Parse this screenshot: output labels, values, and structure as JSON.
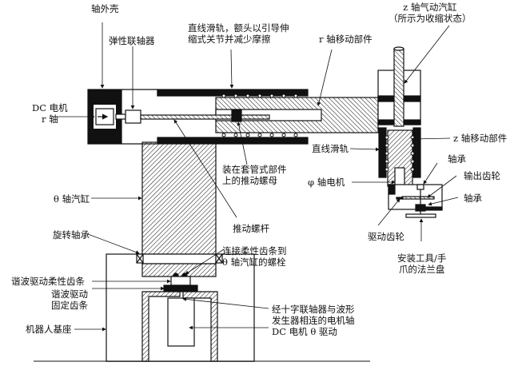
{
  "labels": {
    "shaft_housing": "轴外壳",
    "elastic_coupling": "弹性联轴器",
    "linear_rail_top_1": "直线滑轨，额头以引导伸",
    "linear_rail_top_2": "缩式关节并减少摩擦",
    "r_moving_part": "r 轴移动部件",
    "z_cylinder_1": "z 轴气动汽缸",
    "z_cylinder_2": "（所示为收缩状态）",
    "dc_motor_r_1": "DC 电机",
    "dc_motor_r_2": "r 轴",
    "z_moving_part": "z 轴移动部件",
    "linear_rail_right": "直线滑轨",
    "drive_nut_1": "装在套管式部件",
    "drive_nut_2": "上的推动螺母",
    "bearing_1": "轴承",
    "output_gear": "输出齿轮",
    "phi_motor": "φ 轴电机",
    "bearing_2": "轴承",
    "theta_cylinder": "θ 轴汽缸",
    "drive_screw": "推动螺杆",
    "drive_gear": "驱动齿轮",
    "rotary_bearing": "旋转轴承",
    "bolt_1": "连接柔性齿条到",
    "bolt_2": "θ 轴汽缸的螺栓",
    "flange_1": "安装工具/手",
    "flange_2": "爪的法兰盘",
    "flex_spline": "谐波驱动柔性齿条",
    "circular_spline_1": "谐波驱动",
    "circular_spline_2": "固定齿条",
    "motor_shaft_1": "经十字联轴器与波形",
    "motor_shaft_2": "发生器相连的电机轴",
    "dc_motor_theta": "DC 电机  θ 驱动",
    "robot_base": "机器人基座"
  }
}
